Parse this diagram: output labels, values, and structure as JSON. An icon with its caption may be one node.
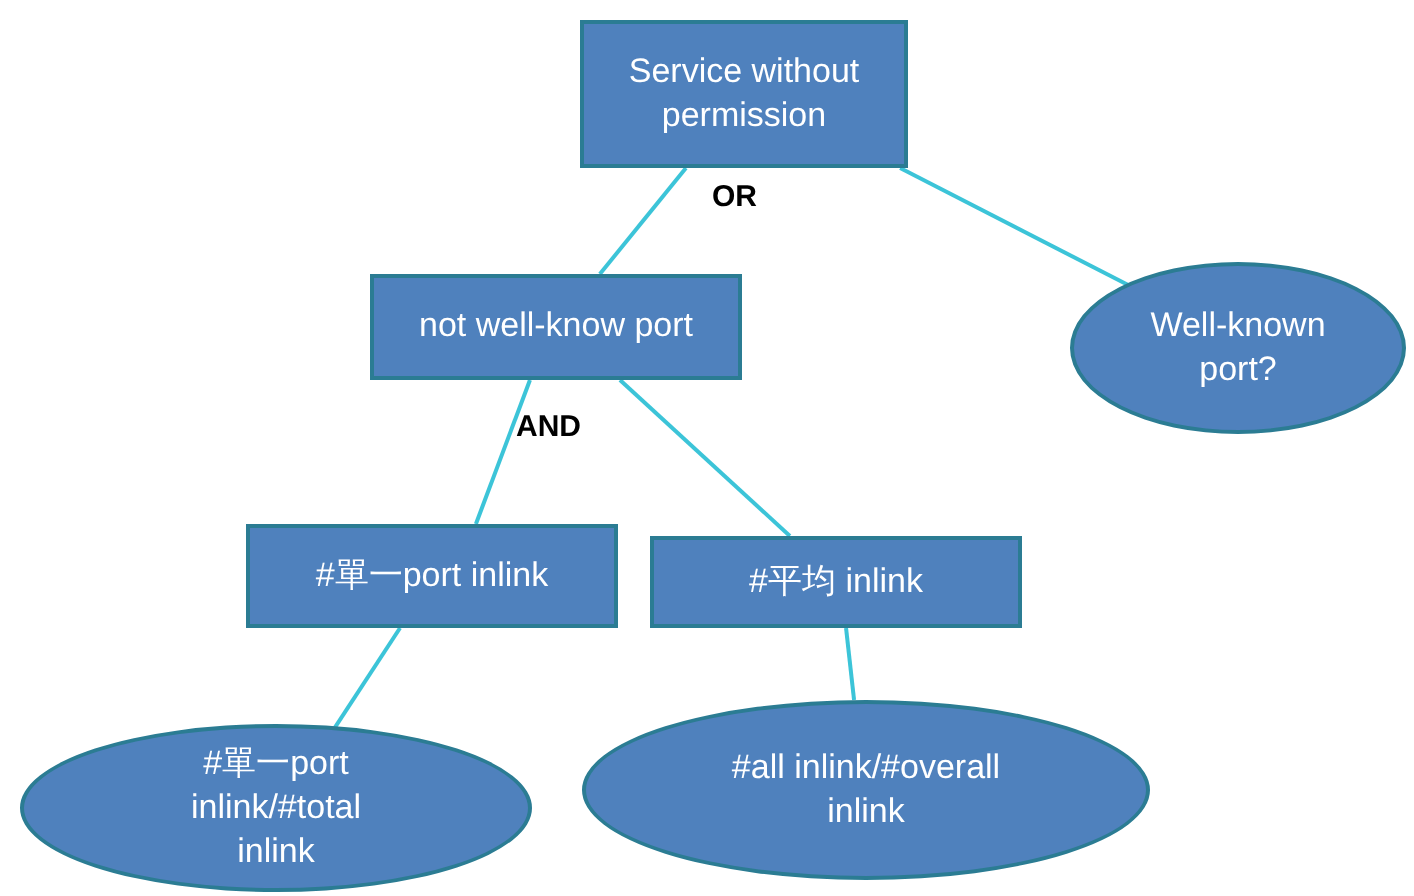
{
  "diagram": {
    "nodes": [
      {
        "text": [
          "Service without permission"
        ]
      },
      {
        "text": [
          "not well-know port"
        ]
      },
      {
        "text": [
          "Well-known port?"
        ]
      },
      {
        "text": [
          "#單一port inlink"
        ]
      },
      {
        "text": [
          "#平均 inlink"
        ]
      },
      {
        "text": [
          "#單一port inlink/#total inlink"
        ]
      },
      {
        "text": [
          "#all inlink/#overall inlink"
        ]
      }
    ],
    "edges": [
      {
        "from": 0,
        "to": 1,
        "arrow": "none"
      },
      {
        "from": 0,
        "to": 2,
        "arrow": "none"
      },
      {
        "from": 1,
        "to": 3,
        "arrow": "none"
      },
      {
        "from": 1,
        "to": 4,
        "arrow": "none"
      },
      {
        "from": 3,
        "to": 5,
        "arrow": "none"
      },
      {
        "from": 4,
        "to": 6,
        "arrow": "none"
      }
    ],
    "labels": [
      "OR",
      "AND"
    ]
  }
}
